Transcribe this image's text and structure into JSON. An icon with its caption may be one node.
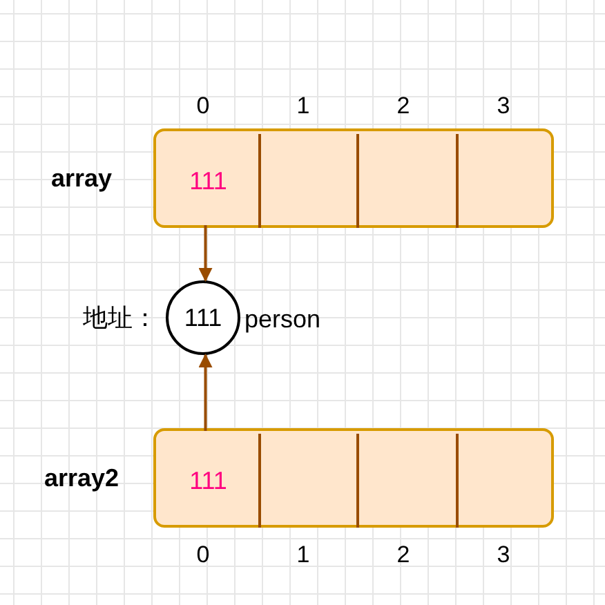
{
  "diagram": {
    "nodes": [
      {
        "text": [],
        "shape": "box",
        "beside": [
          "array"
        ]
      },
      {
        "text": [
          "111"
        ],
        "in": 0
      },
      {
        "text": [],
        "shape": "box",
        "in": 0
      },
      {
        "text": [],
        "shape": "box",
        "in": 0
      },
      {
        "text": [],
        "shape": "box",
        "in": 0
      },
      {
        "text": [
          "111"
        ],
        "beside": [
          "地址：",
          "person"
        ]
      },
      {
        "text": [],
        "shape": "box",
        "beside": [
          "array2"
        ]
      },
      {
        "text": [
          "111"
        ],
        "in": 6
      },
      {
        "text": [],
        "shape": "box",
        "in": 6
      },
      {
        "text": [],
        "shape": "box",
        "in": 6
      },
      {
        "text": [],
        "shape": "box",
        "in": 6
      }
    ],
    "edges": [
      {
        "from": 1,
        "to": 5,
        "arrow": "to"
      },
      {
        "from": 7,
        "to": 5,
        "arrow": "to"
      }
    ],
    "labels": [
      "0",
      "1",
      "2",
      "3",
      "0",
      "1",
      "2",
      "3"
    ]
  }
}
